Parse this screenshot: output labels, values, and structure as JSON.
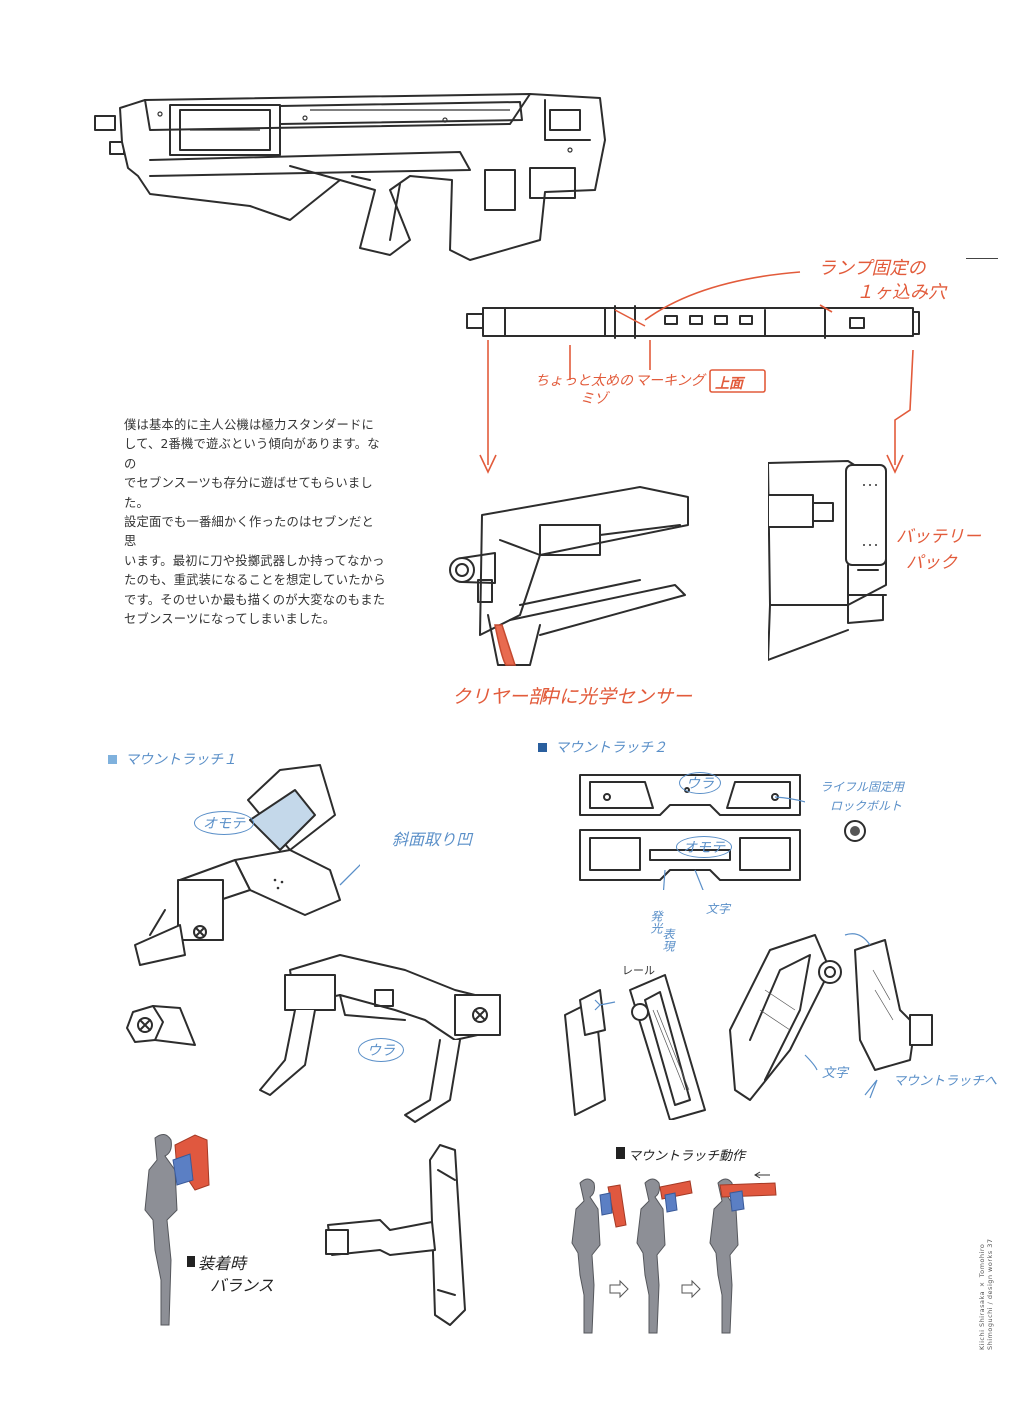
{
  "body_text": "僕は基本的に主人公機は極力スタンダードに\nして、2番機で遊ぶという傾向があります。なの\nでセブンスーツも存分に遊ばせてもらいました。\n設定面でも一番細かく作ったのはセブンだと思\nいます。最初に刀や投擲武器しか持ってなかっ\nたのも、重武装になることを想定していたから\nです。そのせいか最も描くのが大変なのもまた\nセブンスーツになってしまいました。",
  "notes": {
    "lamp_hole_line1": "ランプ固定の",
    "lamp_hole_line2": "１ヶ込み穴",
    "groove_line1": "ちょっと太めの",
    "groove_line2": "ミゾ",
    "marking": "マーキング",
    "top_view": "上面",
    "battery_line1": "バッテリー",
    "battery_line2": "パック",
    "clear_part": "クリヤー部",
    "optical_sensor": "中に光学センサー"
  },
  "section1": {
    "title": "マウントラッチ１",
    "omote": "オモテ",
    "slant": "斜面取り凹",
    "ura": "ウラ",
    "balance_line1": "装着時",
    "balance_line2": "バランス"
  },
  "section2": {
    "title": "マウントラッチ２",
    "ura": "ウラ",
    "omote": "オモテ",
    "lock_bolt_line1": "ライフル固定用",
    "lock_bolt_line2": "ロックボルト",
    "glow_line1": "発光",
    "glow_line2": "表現",
    "text_label": "文字",
    "rail": "レール",
    "text_label2": "文字",
    "to_mount": "マウントラッチへ",
    "action": "マウントラッチ動作"
  },
  "credit": "Kiichi Shirasaka × Tomohiro Shimoguchi / design works 37",
  "colors": {
    "red_ink": "#e25b3b",
    "blue_ink": "#5a8fc8",
    "figure_grey": "#8d8f96",
    "weapon_red": "#e0583f",
    "weapon_blue": "#5b7fc4",
    "light_blue": "#c4d8ea"
  }
}
